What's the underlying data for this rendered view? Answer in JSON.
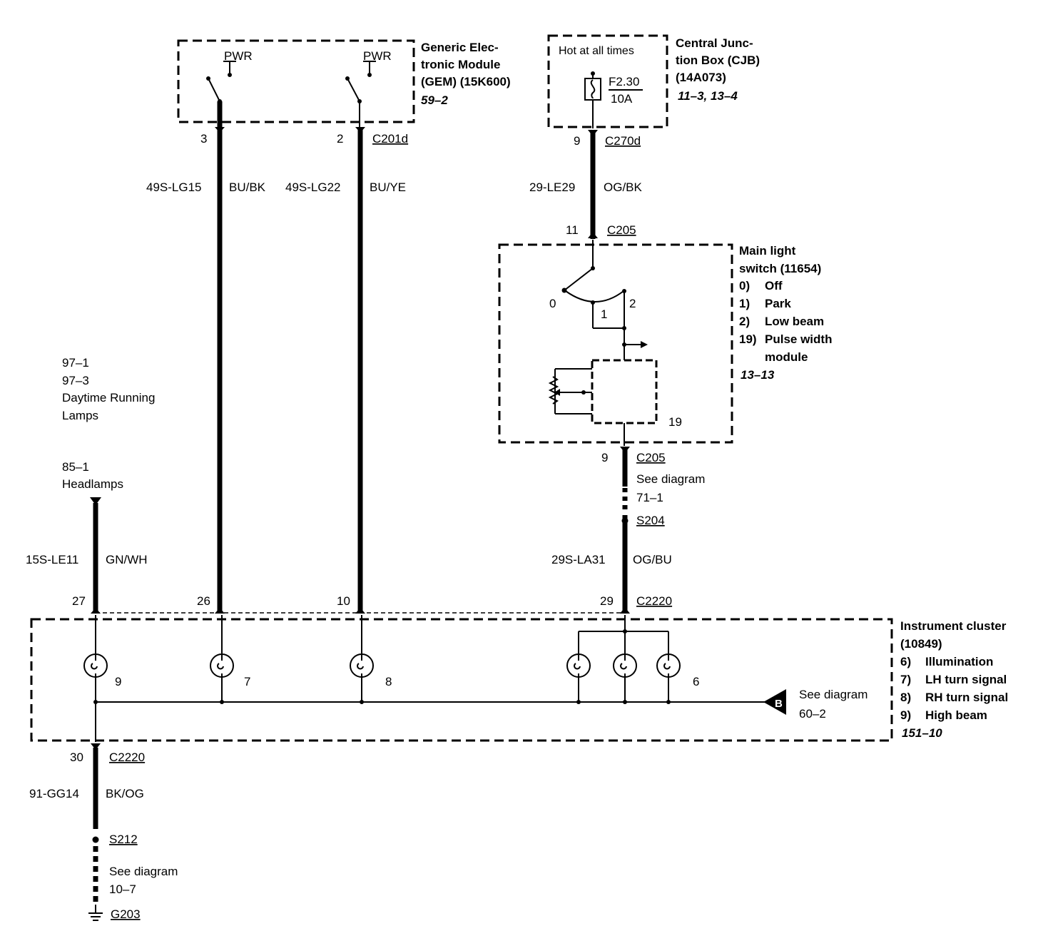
{
  "gem": {
    "title": [
      "Generic Elec-",
      "tronic Module",
      "(GEM) (15K600)"
    ],
    "ref": "59–2",
    "pwr_left": "PWR",
    "pwr_right": "PWR",
    "pin_left": "3",
    "pin_right": "2",
    "connector": "C201d"
  },
  "cjb": {
    "title": [
      "Central Junc-",
      "tion Box (CJB)",
      "(14A073)"
    ],
    "ref": "11–3, 13–4",
    "hot": "Hot at all times",
    "fuse_id": "F2.30",
    "fuse_rating": "10A",
    "pin": "9",
    "connector": "C270d"
  },
  "wires": {
    "gem3_circuit": "49S-LG15",
    "gem3_color": "BU/BK",
    "gem2_circuit": "49S-LG22",
    "gem2_color": "BU/YE",
    "cjb_circuit": "29-LE29",
    "cjb_color": "OG/BK",
    "hl_circuit": "15S-LE11",
    "hl_color": "GN/WH",
    "sw_circuit": "29S-LA31",
    "sw_color": "OG/BU",
    "gnd_circuit": "91-GG14",
    "gnd_color": "BK/OG"
  },
  "switch": {
    "in_pin": "11",
    "in_connector": "C205",
    "title": [
      "Main light",
      "switch (11654)"
    ],
    "positions": [
      {
        "num": "0)",
        "label": "Off"
      },
      {
        "num": "1)",
        "label": "Park"
      },
      {
        "num": "2)",
        "label": "Low beam"
      },
      {
        "num": "19)",
        "label": "Pulse width"
      }
    ],
    "pos19_cont": "module",
    "ref": "13–13",
    "label_0": "0",
    "label_1": "1",
    "label_2": "2",
    "label_19": "19",
    "out_pin": "9",
    "out_connector": "C205",
    "see": "See diagram",
    "see_ref": "71–1",
    "splice": "S204"
  },
  "refs": {
    "drl_1": "97–1",
    "drl_2": "97–3",
    "drl_3": "Daytime Running",
    "drl_4": "Lamps",
    "hl_1": "85–1",
    "hl_2": "Headlamps"
  },
  "cluster": {
    "pins": [
      "27",
      "26",
      "10",
      "29"
    ],
    "connector": "C2220",
    "title": [
      "Instrument cluster",
      "(10849)"
    ],
    "items": [
      {
        "num": "6)",
        "label": "Illumination"
      },
      {
        "num": "7)",
        "label": "LH turn signal"
      },
      {
        "num": "8)",
        "label": "RH turn signal"
      },
      {
        "num": "9)",
        "label": "High beam"
      }
    ],
    "ref": "151–10",
    "bulb_labels": [
      "9",
      "7",
      "8",
      "6"
    ],
    "flag": "B",
    "see": "See diagram",
    "see_ref": "60–2"
  },
  "ground": {
    "pin": "30",
    "connector": "C2220",
    "splice": "S212",
    "see": "See diagram",
    "see_ref": "10–7",
    "ground_id": "G203"
  }
}
